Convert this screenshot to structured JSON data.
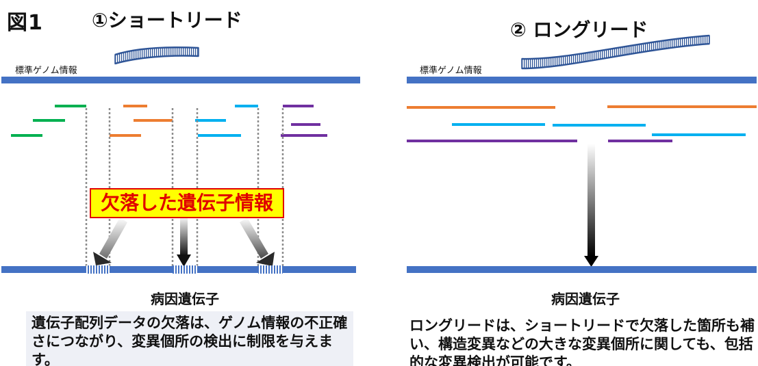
{
  "figure": {
    "label": "図1"
  },
  "left_panel": {
    "title": "①ショートリード",
    "reference_label": "標準ゲノム情報",
    "callout": "欠落した遺伝子情報",
    "gene_label": "病因遺伝子",
    "description": "遺伝子配列データの欠落は、ゲノム情報の不正確さにつながり、変異個所の検出に制限を与えます。"
  },
  "right_panel": {
    "title": "② ロングリード",
    "reference_label": "標準ゲノム情報",
    "gene_label": "病因遺伝子",
    "description": "ロングリードは、ショートリードで欠落した箇所も補い、構造変異などの大きな変異個所に関しても、包括的な変異検出が可能です。"
  },
  "colors": {
    "genome_blue": "#4472c4",
    "read_green": "#00b050",
    "read_orange": "#ed7d31",
    "read_cyan": "#00b0f0",
    "read_purple": "#7030a0",
    "callout_bg": "#ffff00",
    "callout_text": "#e00000"
  }
}
